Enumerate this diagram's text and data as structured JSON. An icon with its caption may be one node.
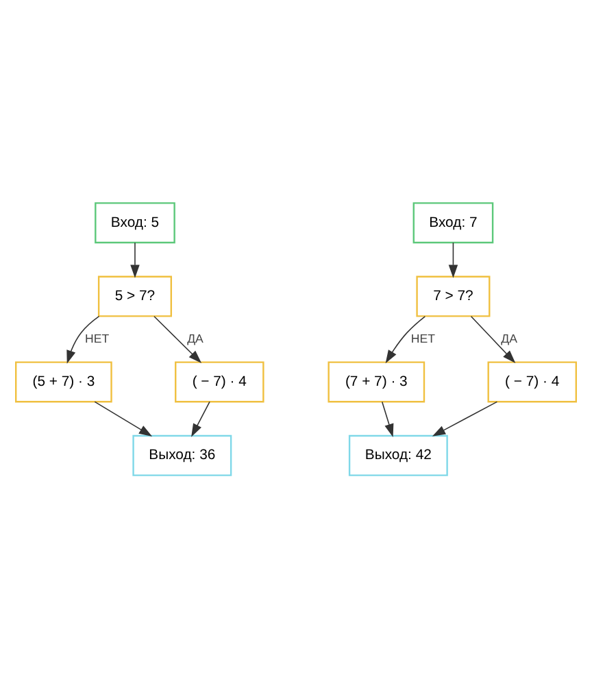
{
  "diagram": {
    "nodes": [
      {
        "text": [
          "Вход: 5"
        ]
      },
      {
        "text": [
          "5 > 7?"
        ]
      },
      {
        "text": [
          "(5 + 7) · 3"
        ]
      },
      {
        "text": [
          "( − 7) · 4"
        ]
      },
      {
        "text": [
          "Выход: 36"
        ]
      },
      {
        "text": [
          "Вход: 7"
        ]
      },
      {
        "text": [
          "7 > 7?"
        ]
      },
      {
        "text": [
          "(7 + 7) · 3"
        ]
      },
      {
        "text": [
          "( − 7) · 4"
        ]
      },
      {
        "text": [
          "Выход: 42"
        ]
      }
    ],
    "edges": [
      {
        "from": 0,
        "to": 1,
        "arrow": "to"
      },
      {
        "from": 1,
        "to": 2,
        "arrow": "to",
        "label": "НЕТ"
      },
      {
        "from": 1,
        "to": 3,
        "arrow": "to",
        "label": "ДА"
      },
      {
        "from": 2,
        "to": 4,
        "arrow": "to"
      },
      {
        "from": 3,
        "to": 4,
        "arrow": "to"
      },
      {
        "from": 5,
        "to": 6,
        "arrow": "to"
      },
      {
        "from": 6,
        "to": 7,
        "arrow": "to",
        "label": "НЕТ"
      },
      {
        "from": 6,
        "to": 8,
        "arrow": "to",
        "label": "ДА"
      },
      {
        "from": 7,
        "to": 9,
        "arrow": "to"
      },
      {
        "from": 8,
        "to": 9,
        "arrow": "to"
      }
    ]
  }
}
